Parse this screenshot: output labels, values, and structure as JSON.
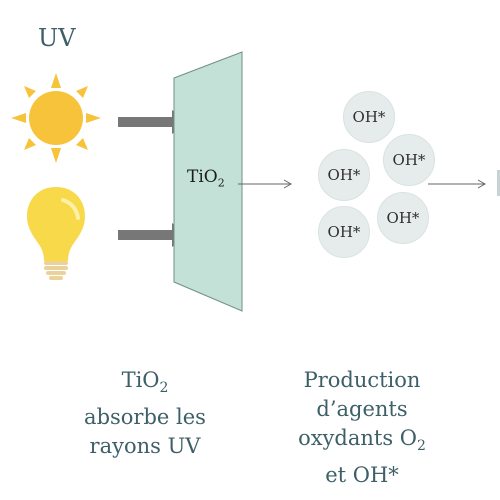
{
  "uv_label": "UV",
  "plate": {
    "label_main": "TiO",
    "label_sub": "2"
  },
  "bubbles": [
    "OH*",
    "OH*",
    "OH*",
    "OH*",
    "OH*"
  ],
  "captions": {
    "left": {
      "line1_main": "TiO",
      "line1_sub": "2",
      "line2": "absorbe les",
      "line3": "rayons UV"
    },
    "right": {
      "line1": "Production",
      "line2": "d’agents",
      "line3_main": "oxydants O",
      "line3_sub": "2",
      "line4": "et OH*"
    }
  },
  "icons": [
    "sun-icon",
    "light-bulb-icon",
    "arrow-right-icon"
  ],
  "colors": {
    "sun": "#f6c33a",
    "bulb": "#f8d94a",
    "plate": "#c4e1d8",
    "arrow": "#777777",
    "text": "#3d5f68",
    "bubble": "#e6ecec"
  }
}
